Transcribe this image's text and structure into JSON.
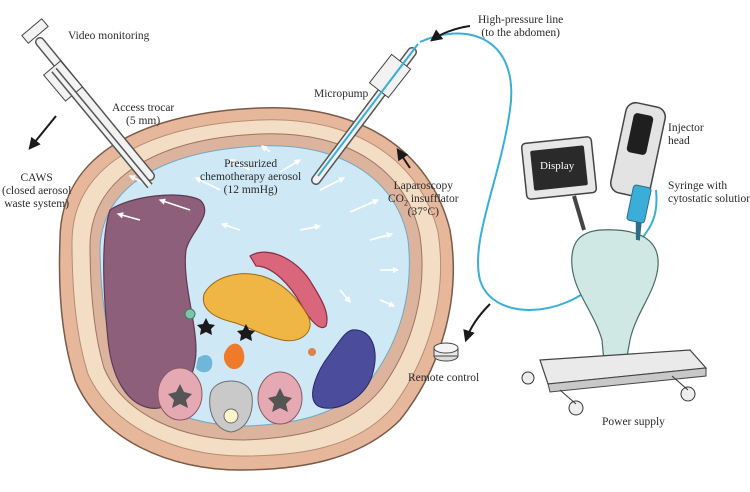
{
  "labels": {
    "video_monitoring": "Video monitoring",
    "access_trocar": [
      "Access trocar",
      "(5 mm)"
    ],
    "caws": [
      "CAWS",
      "(closed aerosol",
      "waste system)"
    ],
    "pressurized_aerosol": [
      "Pressurized",
      "chemotherapy aerosol",
      "(12 mmHg)"
    ],
    "micropump": "Micropump",
    "high_pressure_line": [
      "High-pressure line",
      "(to the abdomen)"
    ],
    "laparoscopy": [
      "Laparoscopy",
      "CO",
      "2",
      " insufflator",
      "(37°C)"
    ],
    "display": "Display",
    "injector_head": [
      "Injector",
      "head"
    ],
    "syringe": [
      "Syringe with",
      "cytostatic solution"
    ],
    "remote_control": "Remote control",
    "power_supply": "Power supply"
  },
  "colors": {
    "aerosol": "#cfe8f5",
    "fat_ring": "#f3ddc4",
    "skin": "#e6b79a",
    "liver": "#8e5f7a",
    "pancreas": "#f0b645",
    "intestine": "#d9667b",
    "kidney": "#e4a9b3",
    "spleen": "#4b4c9c",
    "vertebra": "#c9c9c9",
    "line": "#3aaed8",
    "arrow": "#1a1a1a",
    "display_screen": "#2a2a2a",
    "injector_body": "#9fd1c8"
  }
}
